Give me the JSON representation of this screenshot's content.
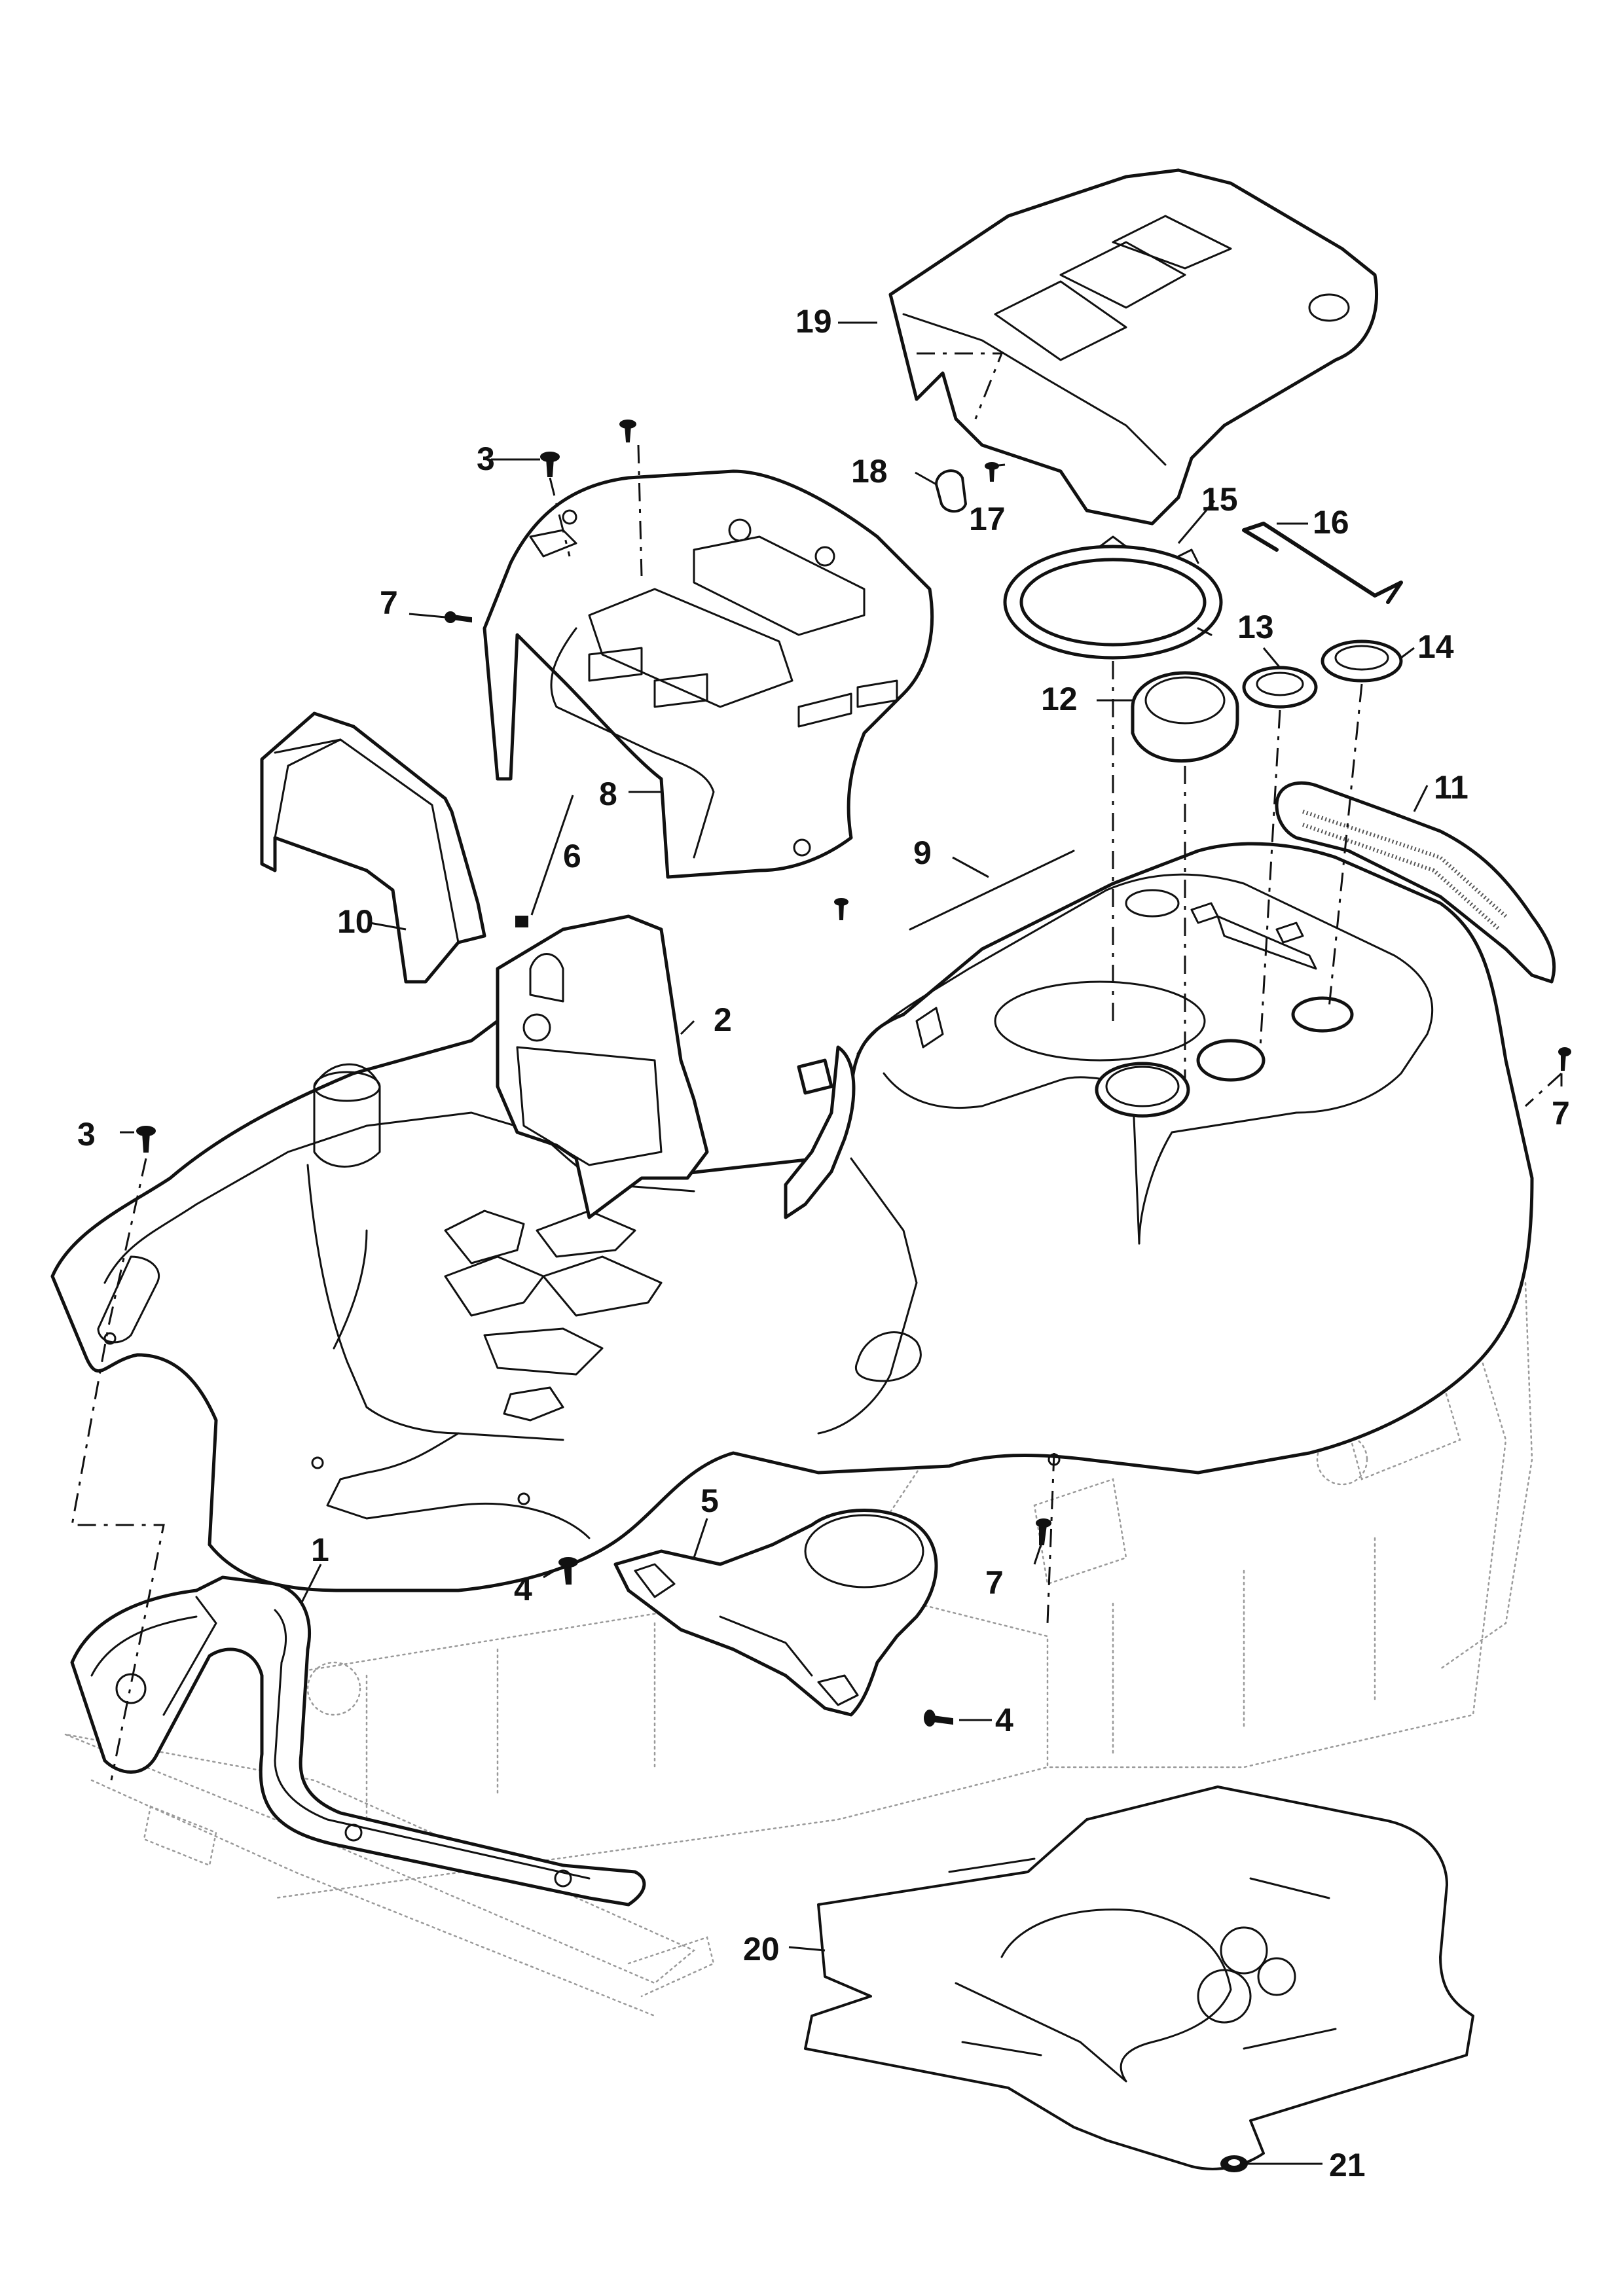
{
  "diagram": {
    "callouts": [
      {
        "id": "c1",
        "label": "1"
      },
      {
        "id": "c2",
        "label": "2"
      },
      {
        "id": "c3a",
        "label": "3"
      },
      {
        "id": "c3b",
        "label": "3"
      },
      {
        "id": "c4a",
        "label": "4"
      },
      {
        "id": "c4b",
        "label": "4"
      },
      {
        "id": "c5",
        "label": "5"
      },
      {
        "id": "c6",
        "label": "6"
      },
      {
        "id": "c7a",
        "label": "7"
      },
      {
        "id": "c7b",
        "label": "7"
      },
      {
        "id": "c7c",
        "label": "7"
      },
      {
        "id": "c8",
        "label": "8"
      },
      {
        "id": "c9",
        "label": "9"
      },
      {
        "id": "c10",
        "label": "10"
      },
      {
        "id": "c11",
        "label": "11"
      },
      {
        "id": "c12",
        "label": "12"
      },
      {
        "id": "c13",
        "label": "13"
      },
      {
        "id": "c14",
        "label": "14"
      },
      {
        "id": "c15",
        "label": "15"
      },
      {
        "id": "c16",
        "label": "16"
      },
      {
        "id": "c17",
        "label": "17"
      },
      {
        "id": "c18",
        "label": "18"
      },
      {
        "id": "c19",
        "label": "19"
      },
      {
        "id": "c20",
        "label": "20"
      },
      {
        "id": "c21",
        "label": "21"
      }
    ]
  }
}
